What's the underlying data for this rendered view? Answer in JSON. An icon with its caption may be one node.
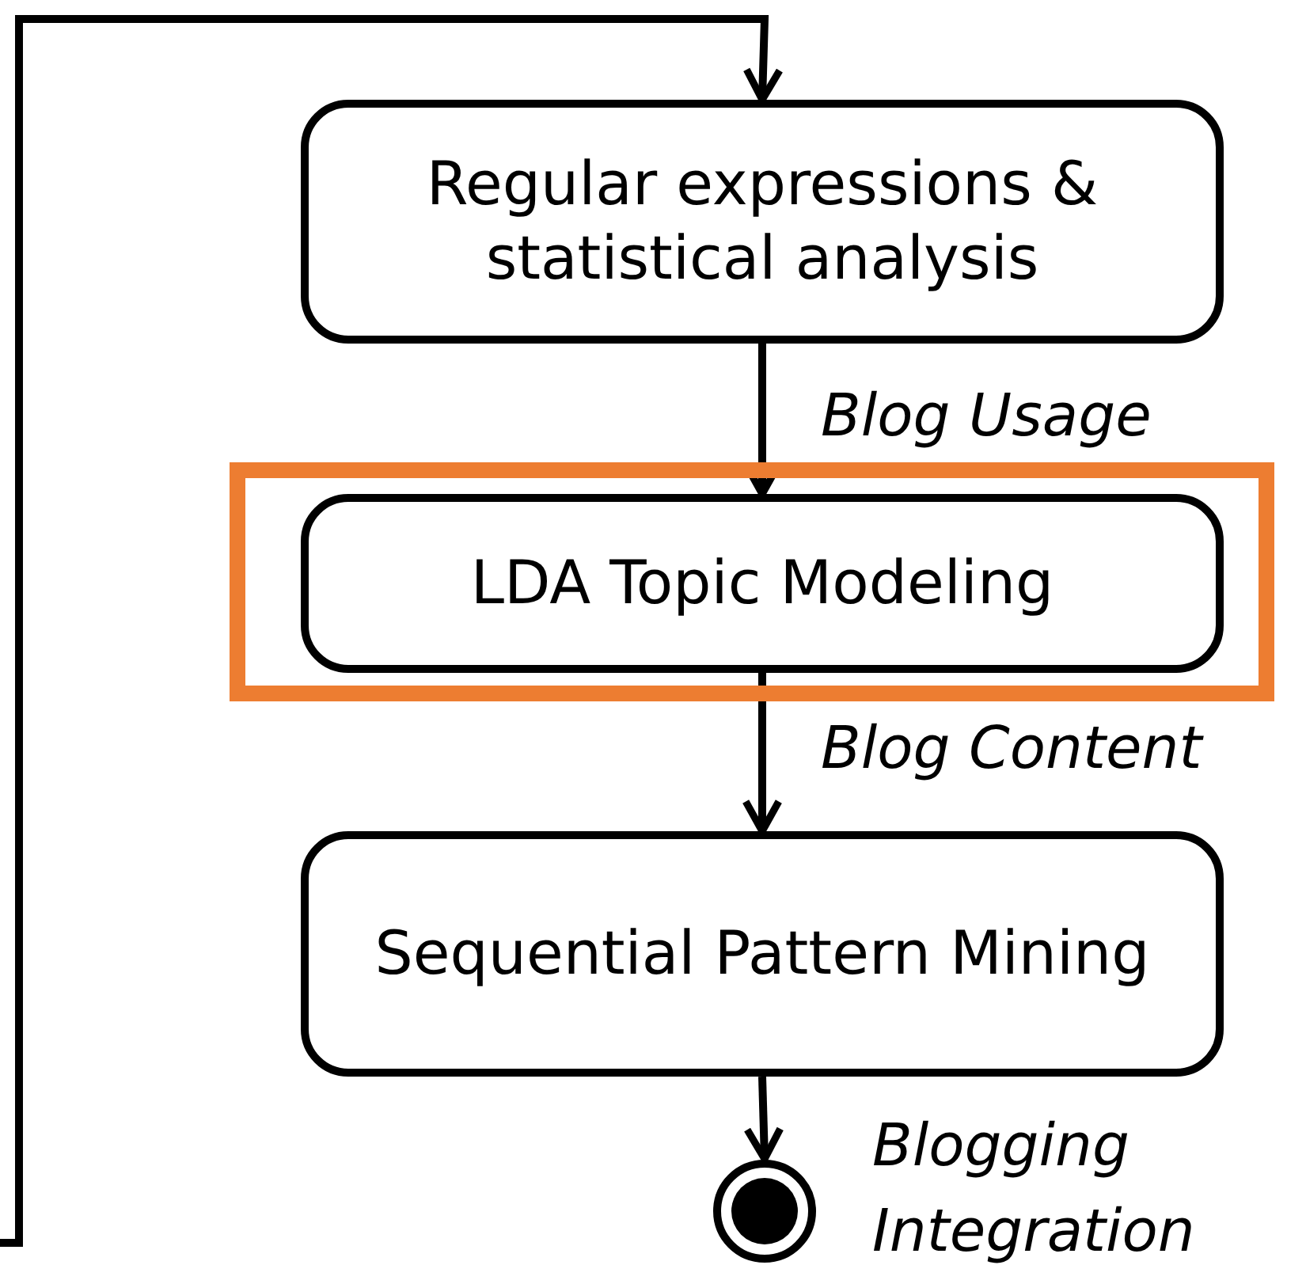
{
  "diagram": {
    "nodes": [
      {
        "text": [
          "Regular expressions & statistical analysis"
        ]
      },
      {
        "text": [],
        "shape": "box"
      },
      {
        "text": [
          "LDA Topic Modeling"
        ],
        "in": 1
      },
      {
        "text": [
          "Sequential Pattern Mining"
        ]
      },
      {
        "text": [],
        "shape": "circle",
        "beside": [
          "Blogging Integration"
        ]
      }
    ],
    "edges": [
      {
        "from": 0,
        "to": 2,
        "arrow": "to",
        "label": "Blog Usage"
      },
      {
        "from": 2,
        "to": 3,
        "arrow": "to",
        "label": "Blog Content"
      },
      {
        "from": 3,
        "to": 4,
        "arrow": "to"
      },
      {
        "from": null,
        "to": 0,
        "arrow": "to"
      }
    ]
  }
}
